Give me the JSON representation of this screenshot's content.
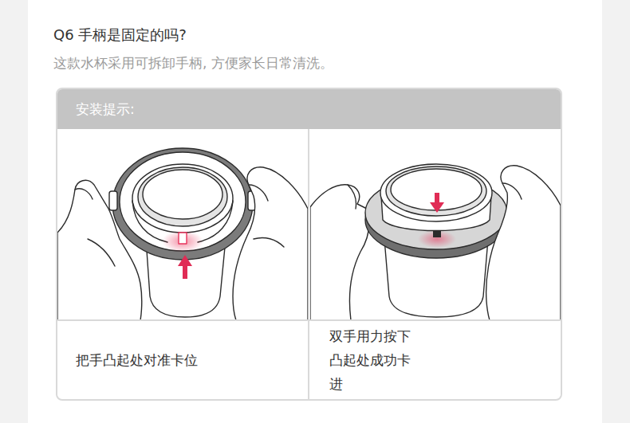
{
  "diagram": {
    "title": "Q6 手柄是固定的吗?",
    "nodes": [
      {
        "text": [
          "安装提示:"
        ]
      },
      {
        "text": [
          "把手凸起处对准卡位"
        ]
      },
      {
        "text": [
          "双手用力按下 凸起处成功卡进"
        ]
      }
    ],
    "labels": [
      "这款水杯采用可拆卸手柄, 方便家长日常清洗。"
    ]
  }
}
